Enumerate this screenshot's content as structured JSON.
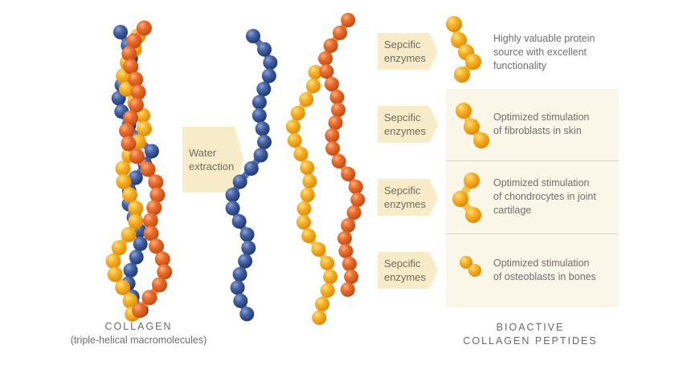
{
  "colors": {
    "blue_chain": "#3d5a99",
    "yellow_chain": "#f5aa1e",
    "orange_chain": "#e8672a",
    "arrow_box_fill": "#f8ecc8",
    "panel_fill": "#faf6e8",
    "text": "#6e6e6e"
  },
  "collagen": {
    "title": "COLLAGEN",
    "subtitle": "(triple-helical macromolecules)",
    "icon": "triple-helix-molecule-icon"
  },
  "water_extraction": {
    "line1": "Water",
    "line2": "extraction",
    "icon": "arrow-box"
  },
  "gelatin_strands": {
    "icon": "separated-chains-icon",
    "strands": [
      "blue",
      "yellow",
      "orange"
    ]
  },
  "enzyme_steps": [
    {
      "arrow_line1": "Sepcific",
      "arrow_line2": "enzymes",
      "peptide_icon": "long-peptide-icon",
      "desc_line1": "Highly valuable protein",
      "desc_line2": "source with excellent",
      "desc_line3": "functionality"
    },
    {
      "arrow_line1": "Sepcific",
      "arrow_line2": "enzymes",
      "peptide_icon": "medium-peptide-icon",
      "desc_line1": "Optimized stimulation",
      "desc_line2": "of fibroblasts in skin",
      "desc_line3": ""
    },
    {
      "arrow_line1": "Sepcific",
      "arrow_line2": "enzymes",
      "peptide_icon": "bent-peptide-icon",
      "desc_line1": "Optimized stimulation",
      "desc_line2": "of chondrocytes in joint",
      "desc_line3": "cartilage"
    },
    {
      "arrow_line1": "Sepcific",
      "arrow_line2": "enzymes",
      "peptide_icon": "short-peptide-icon",
      "desc_line1": "Optimized stimulation",
      "desc_line2": "of osteoblasts in bones",
      "desc_line3": ""
    }
  ],
  "bioactive": {
    "title_line1": "BIOACTIVE",
    "title_line2": "COLLAGEN PEPTIDES"
  }
}
